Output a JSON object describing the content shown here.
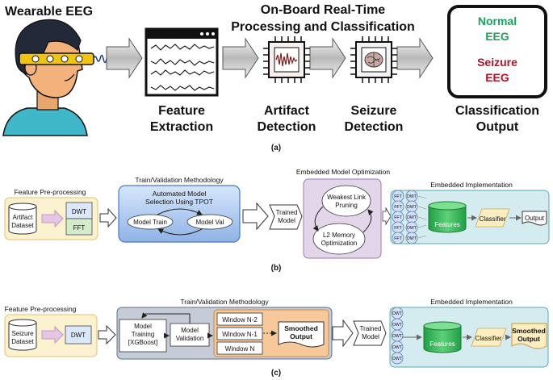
{
  "panel_a": {
    "title_wearable": "Wearable EEG",
    "title_onboard_1": "On-Board Real-Time",
    "title_onboard_2": "Processing and Classification",
    "label_feature_1": "Feature",
    "label_feature_2": "Extraction",
    "label_artifact_1": "Artifact",
    "label_artifact_2": "Detection",
    "label_seizure_1": "Seizure",
    "label_seizure_2": "Detection",
    "label_class_1": "Classification",
    "label_class_2": "Output",
    "output_normal_1": "Normal",
    "output_normal_2": "EEG",
    "output_seizure_1": "Seizure",
    "output_seizure_2": "EEG",
    "caption": "(a)",
    "colors": {
      "normal": "#1aa35a",
      "seizure": "#b3122b",
      "face": "#f3b27a",
      "shirt": "#3fb7c9",
      "hair": "#222a3a",
      "band": "#f1c40f"
    }
  },
  "panel_b": {
    "preprocessing_title": "Feature Pre-processing",
    "dataset_1": "Artifact",
    "dataset_2": "Dataset",
    "dwt": "DWT",
    "fft": "FFT",
    "method_title": "Train/Validation Methodology",
    "automl_1": "Automated Model",
    "automl_2": "Selection Using TPOT",
    "model_train": "Model Train",
    "model_val": "Model Val",
    "trained_1": "Trained",
    "trained_2": "Model",
    "opt_title": "Embedded Model Optimization",
    "prune_1": "Weakest Link",
    "prune_2": "Pruning",
    "mem_1": "L2 Memory",
    "mem_2": "Optimization",
    "impl_title": "Embedded Implementation",
    "chip_fft": "FFT",
    "chip_dwt": "DWT",
    "features": "Features",
    "classifier": "Classifier",
    "output": "Output",
    "caption": "(b)"
  },
  "panel_c": {
    "preprocessing_title": "Feature Pre-processing",
    "dataset_1": "Seizure",
    "dataset_2": "Dataset",
    "dwt": "DWT",
    "method_title": "Train/Validation Methodology",
    "training_1": "Model",
    "training_2": "Training",
    "training_3": "[XGBoost]",
    "validation_1": "Model",
    "validation_2": "Validation",
    "window_n2": "Window N-2",
    "window_n1": "Window N-1",
    "window_n": "Window N",
    "smoothed_1": "Smoothed",
    "smoothed_2": "Output",
    "trained_1": "Trained",
    "trained_2": "Model",
    "impl_title": "Embedded Implementation",
    "chip_dwt": "DWT",
    "features": "Features",
    "classifier": "Classifier",
    "out_1": "Smoothed",
    "out_2": "Output",
    "caption": "(c)"
  }
}
